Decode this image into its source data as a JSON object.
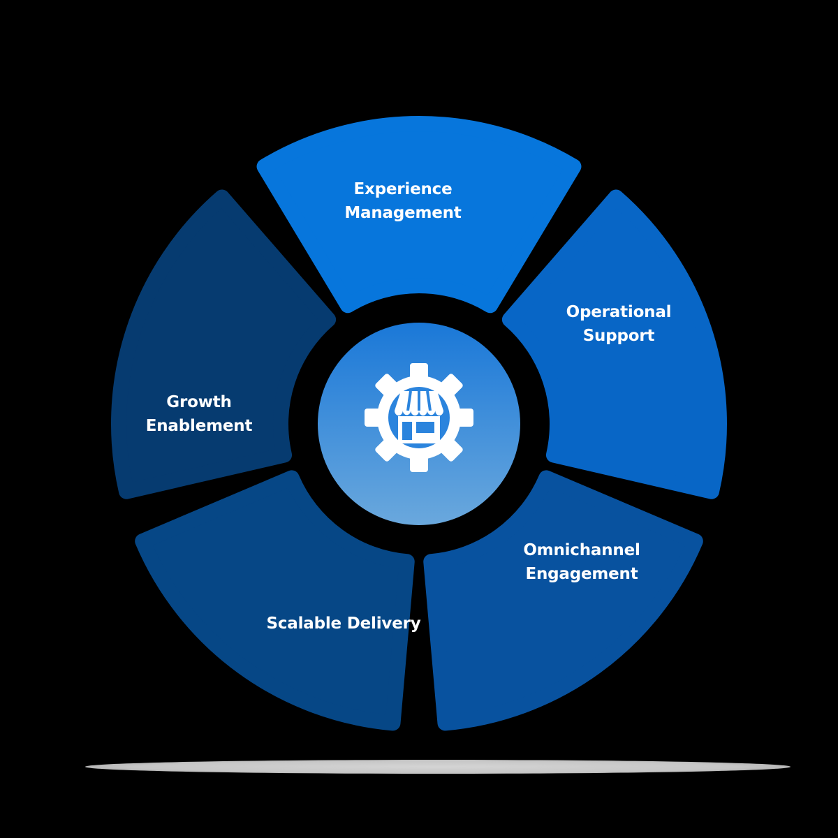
{
  "diagram": {
    "center": {
      "icon": "store-gear-icon",
      "gradient_top": "#1a78d8",
      "gradient_bottom": "#6aa8dd"
    },
    "segments": [
      {
        "id": "experience-management",
        "lines": [
          "Experience",
          "Management"
        ],
        "color": "#0776dc"
      },
      {
        "id": "operational-support",
        "lines": [
          "Operational",
          "Support"
        ],
        "color": "#0866c6"
      },
      {
        "id": "omnichannel-engagement",
        "lines": [
          "Omnichannel",
          "Engagement"
        ],
        "color": "#08529f"
      },
      {
        "id": "scalable-delivery",
        "lines": [
          "Scalable Delivery"
        ],
        "color": "#064786"
      },
      {
        "id": "growth-enablement",
        "lines": [
          "Growth",
          "Enablement"
        ],
        "color": "#063b70"
      }
    ]
  }
}
